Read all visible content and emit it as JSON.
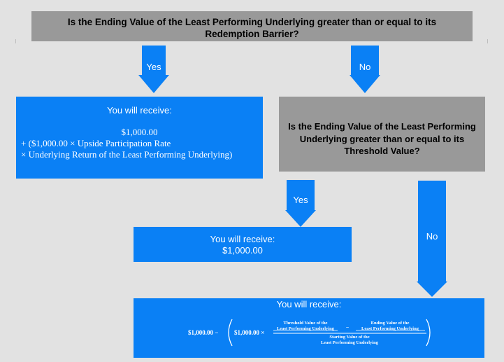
{
  "question1": "Is the Ending Value of the Least Performing Underlying greater than or equal to its Redemption Barrier?",
  "yes_label": "Yes",
  "no_label": "No",
  "receive_label": "You will receive:",
  "receive1": {
    "line1": "$1,000.00",
    "line2": "+ ($1,000.00 × Upside Participation Rate",
    "line3": "× Underlying Return of the Least Performing Underlying)"
  },
  "question2": "Is the Ending Value of the Least Performing Underlying greater than or equal to its Threshold Value?",
  "receive2_amount": "$1,000.00",
  "formula": {
    "base": "$1,000.00 −",
    "multiplier": "$1,000.00 ×",
    "num_left_1": "Threshold Value of the",
    "num_left_2": "Least Performing Underlying",
    "minus": "−",
    "num_right_1": "Ending Value of the",
    "num_right_2": "Least Performing Underlying",
    "den_1": "Starting Value of the",
    "den_2": "Least Performing Underlying"
  },
  "colors": {
    "blue": "#0a80f5",
    "gray": "#999999",
    "background": "#e2e2e2"
  }
}
